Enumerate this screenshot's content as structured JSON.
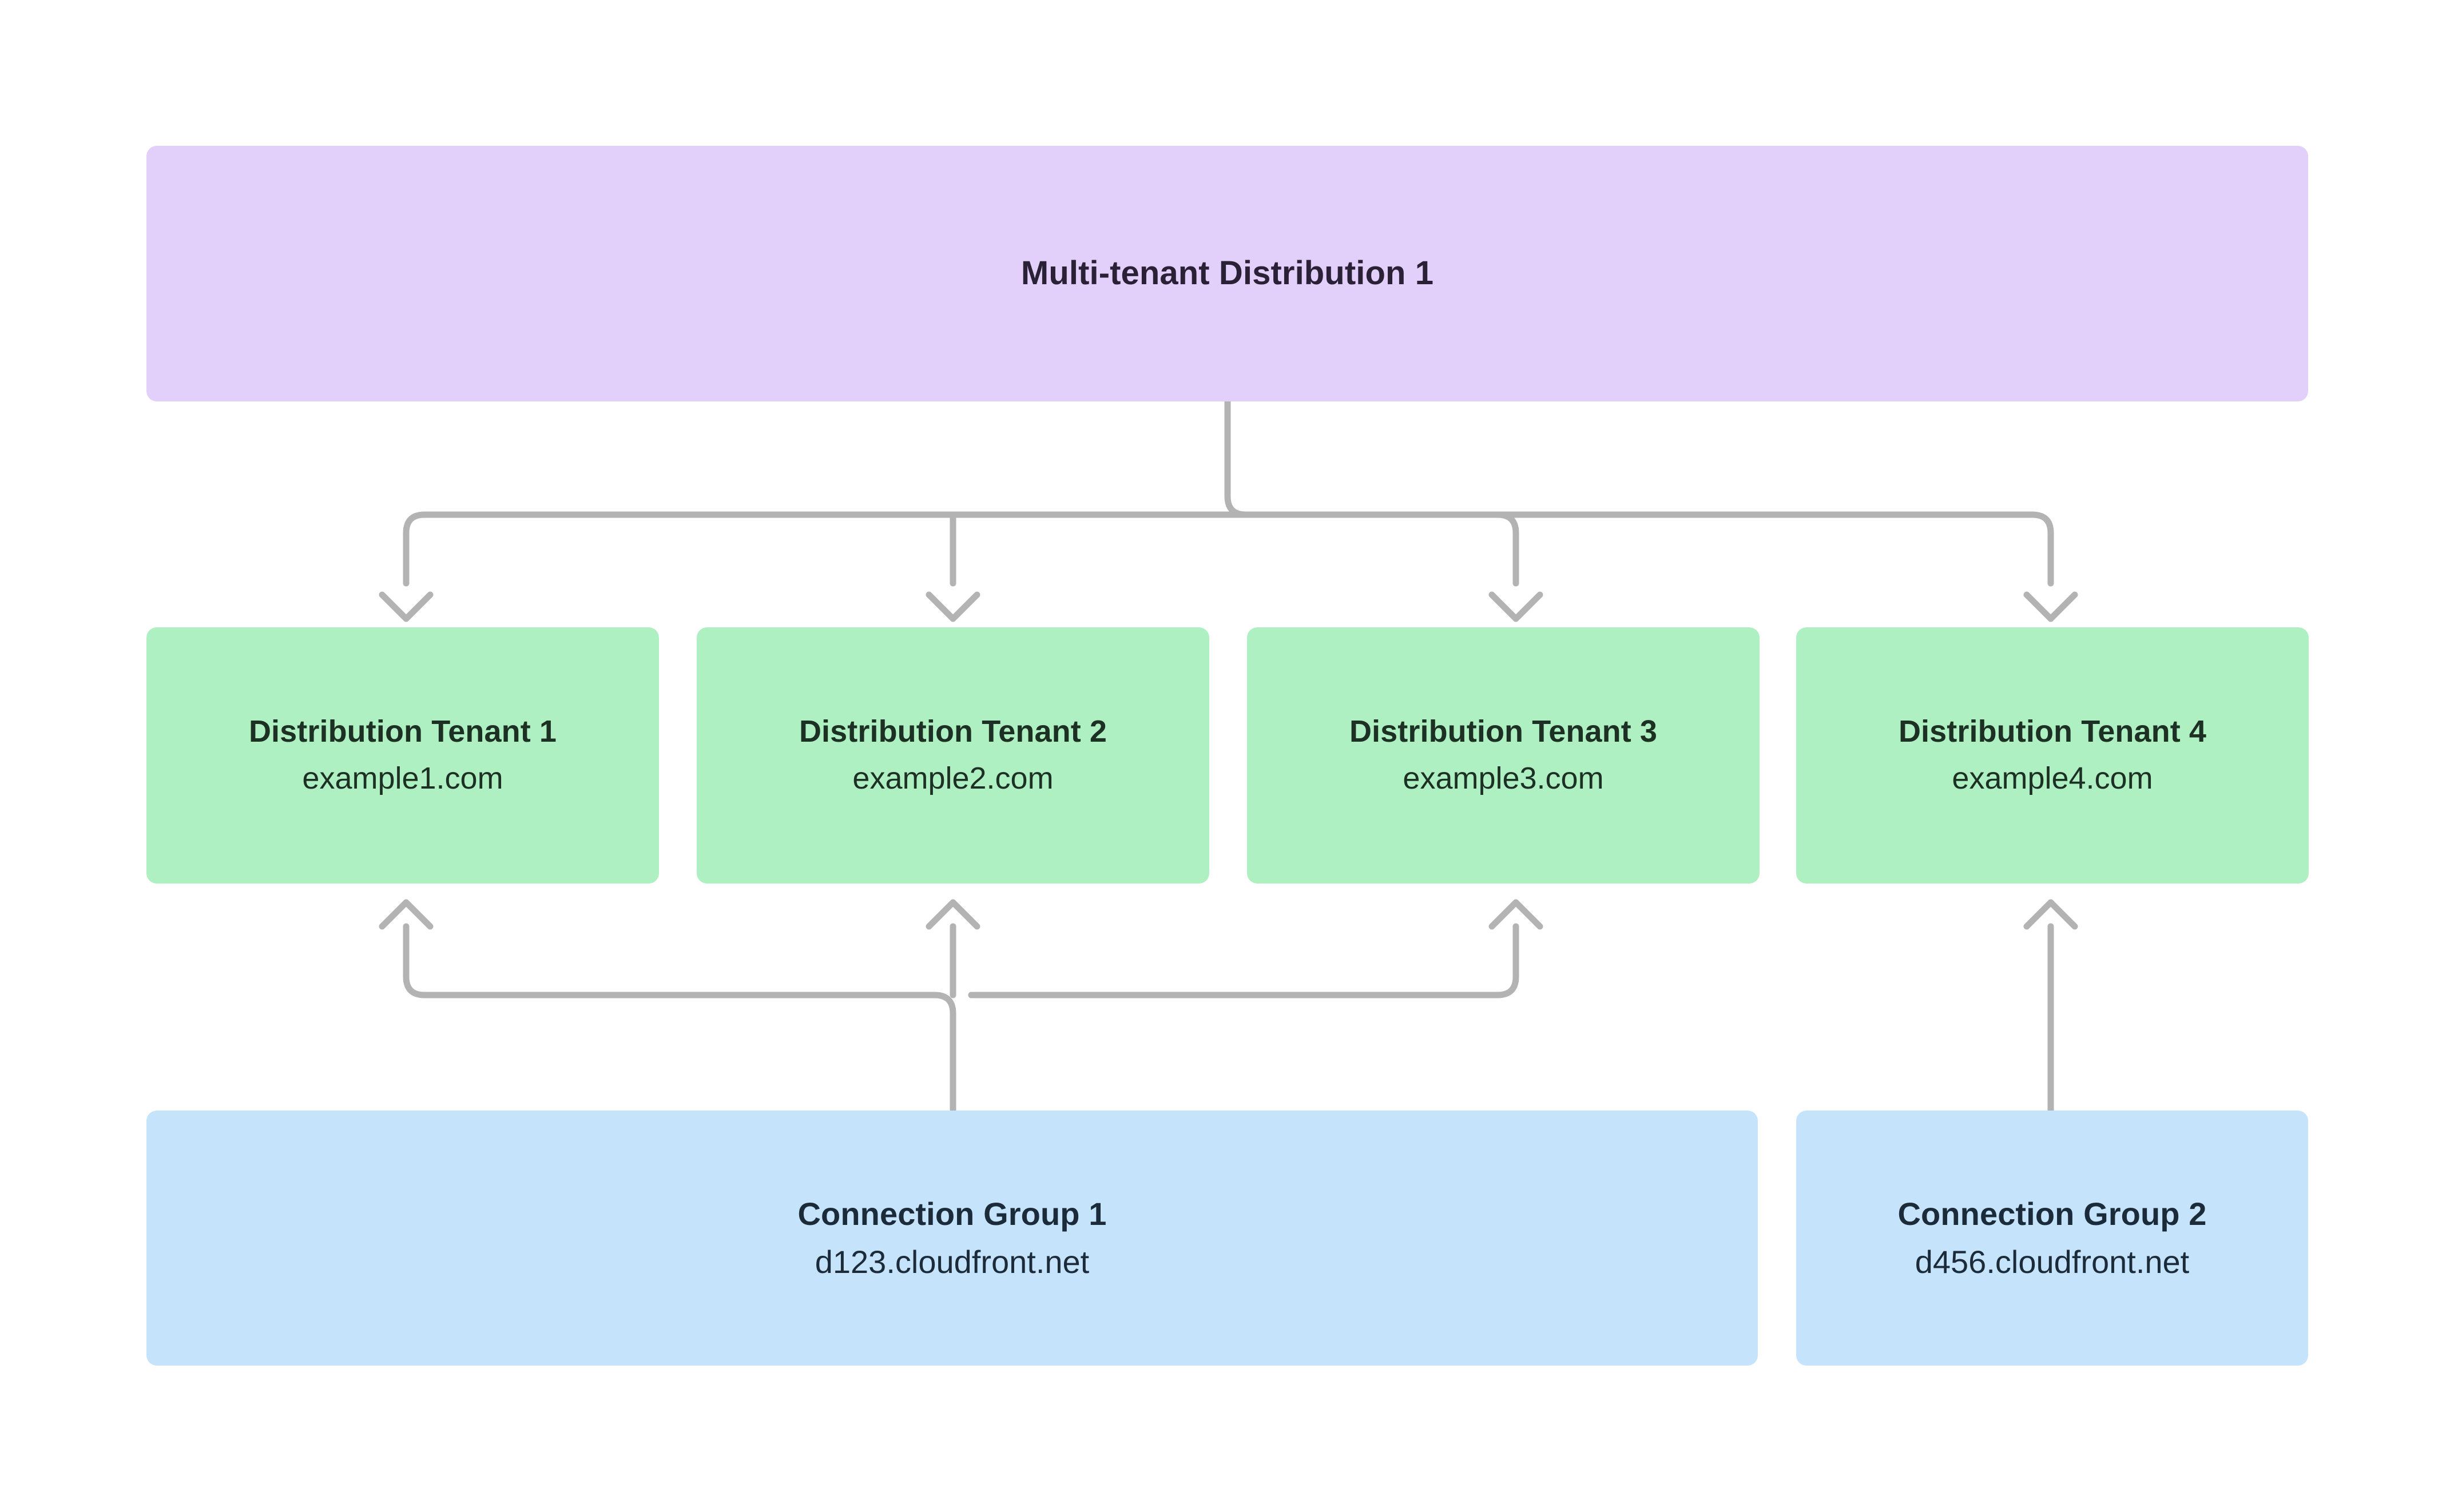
{
  "diagram": {
    "title": "Multi-tenant Distribution 1",
    "background_color": "#ffffff",
    "connector_color": "#b3b3b3"
  },
  "distribution": {
    "label": "Multi-tenant Distribution 1",
    "color": "#e2cffa"
  },
  "tenants": {
    "color": "#aff0c3",
    "items": [
      {
        "title": "Distribution Tenant 1",
        "domain": "example1.com"
      },
      {
        "title": "Distribution Tenant 2",
        "domain": "example2.com"
      },
      {
        "title": "Distribution Tenant 3",
        "domain": "example3.com"
      },
      {
        "title": "Distribution Tenant 4",
        "domain": "example4.com"
      }
    ]
  },
  "connection_groups": {
    "color": "#c5e4fb",
    "items": [
      {
        "title": "Connection Group 1",
        "domain": "d123.cloudfront.net"
      },
      {
        "title": "Connection Group 2",
        "domain": "d456.cloudfront.net"
      }
    ]
  }
}
